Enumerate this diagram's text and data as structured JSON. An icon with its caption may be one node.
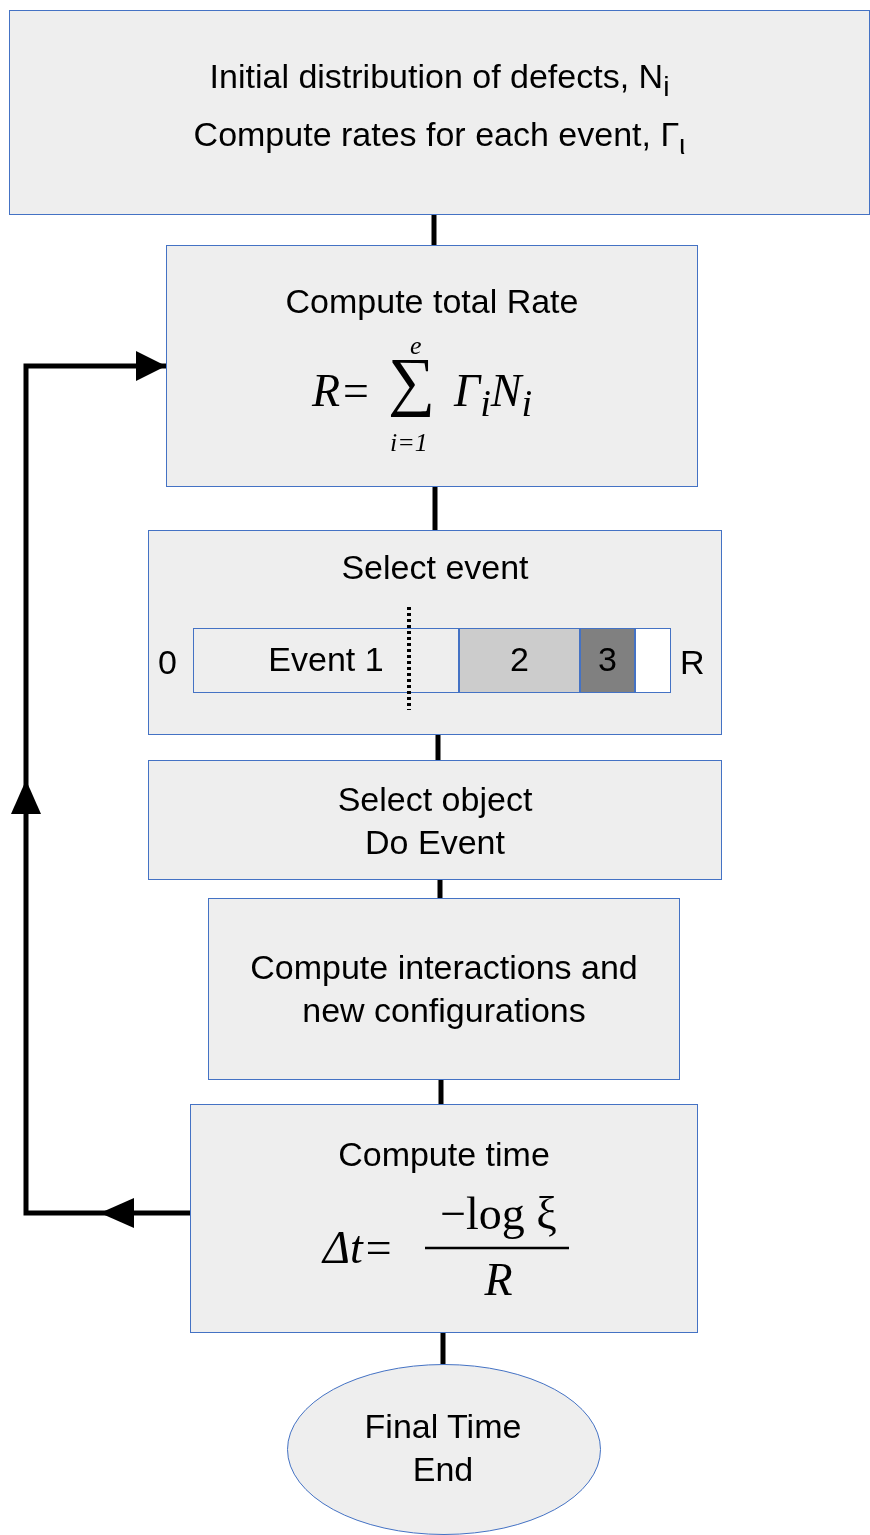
{
  "diagram": {
    "nodes": [
      {
        "text": [
          "Initial distribution of defects, N$_{i}$",
          "Compute rates for each event, Γ$_{ι}$"
        ]
      },
      {
        "text": [
          "Compute total Rate",
          "e",
          "R=",
          "∑",
          "Γ$_{i}$N$_{i}$",
          "i=1"
        ]
      },
      {
        "text": [
          "Select event"
        ]
      },
      {
        "text": [
          "Event 1"
        ],
        "in": 2
      },
      {
        "text": [
          "2"
        ],
        "in": 2
      },
      {
        "text": [
          "3"
        ],
        "in": 2
      },
      {
        "text": [],
        "shape": "box",
        "in": 2
      },
      {
        "text": [
          "Select object",
          "Do Event"
        ]
      },
      {
        "text": [
          "Compute interactions and new configurations"
        ]
      },
      {
        "text": [
          "Compute time",
          "Δt=",
          "−log ξ",
          "R"
        ]
      },
      {
        "text": [
          "Final Time End"
        ]
      }
    ],
    "edges": [
      {
        "from": 0,
        "to": 1,
        "arrow": "none"
      },
      {
        "from": 1,
        "to": 2,
        "arrow": "none"
      },
      {
        "from": 2,
        "to": 7,
        "arrow": "none"
      },
      {
        "from": 7,
        "to": 8,
        "arrow": "none"
      },
      {
        "from": 8,
        "to": 9,
        "arrow": "none"
      },
      {
        "from": 9,
        "to": 10,
        "arrow": "none"
      },
      {
        "from": 9,
        "to": 1,
        "arrow": "to"
      }
    ],
    "labels": [
      "0",
      "R"
    ]
  }
}
